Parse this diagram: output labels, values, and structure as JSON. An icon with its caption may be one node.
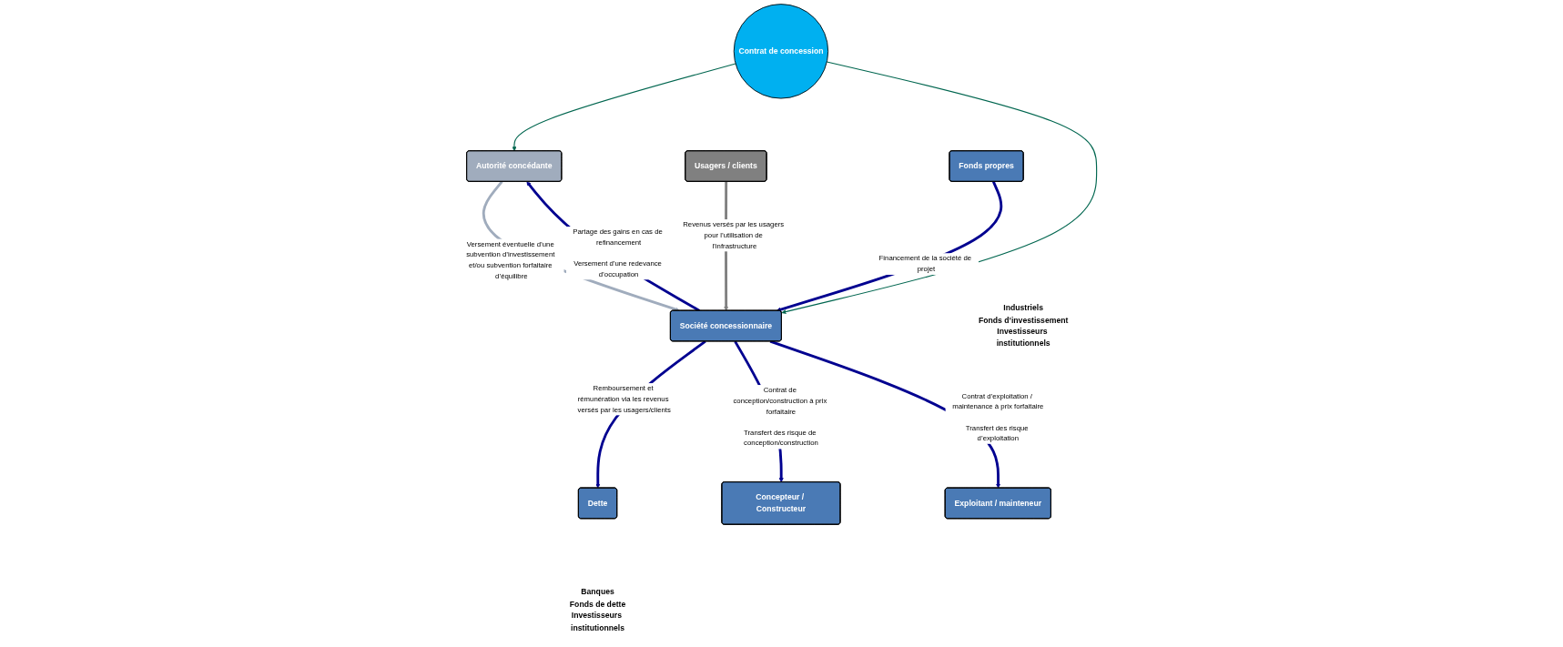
{
  "diagram": {
    "nodes": [
      {
        "text": [
          "Autorité concédante"
        ]
      },
      {
        "text": [
          "Contrat de concession"
        ]
      },
      {
        "text": [
          "Usagers / clients"
        ]
      },
      {
        "text": [
          "Société concessionnaire"
        ]
      },
      {
        "text": [
          "Fonds propres"
        ],
        "beside": [
          "Industriels",
          "Fonds d’investissement",
          "Investisseurs institutionnels"
        ]
      },
      {
        "text": [
          "Dette"
        ],
        "beside": [
          "Banques",
          "Fonds de dette",
          "Investisseurs institutionnels"
        ]
      },
      {
        "text": [
          "Concepteur / Constructeur"
        ]
      },
      {
        "text": [
          "Exploitant / mainteneur"
        ]
      }
    ],
    "edges": [
      {
        "from": 0,
        "to": 3,
        "arrow": "to",
        "color": "#a0acbd",
        "label": "Versement éventuelle d’une subvention d’investissement et/ou subvention forfaitaire d’équilibre"
      },
      {
        "from": 1,
        "to": 0,
        "arrow": "to",
        "color": "#00664f"
      },
      {
        "from": 1,
        "to": 3,
        "arrow": "to",
        "color": "#00664f"
      },
      {
        "from": 3,
        "to": 0,
        "arrow": "to",
        "label": [
          "Partage des gains en cas de refinancement",
          "Versement d’une redevance d’occupation"
        ]
      },
      {
        "from": 2,
        "to": 3,
        "arrow": "to",
        "color": "#808080",
        "label": "Revenus versés par les usagers pour l’utilisation de l’infrastructure"
      },
      {
        "from": 4,
        "to": 3,
        "arrow": "to",
        "label": "Financement de la société de projet"
      },
      {
        "from": 3,
        "to": 5,
        "arrow": "to",
        "label": "Remboursement et rémunération via les revenus versés par les usagers/clients"
      },
      {
        "from": 3,
        "to": 6,
        "arrow": "to",
        "label": [
          "Contrat de conception/construction à prix forfaitaire",
          "Transfert des risque de conception/construction"
        ]
      },
      {
        "from": 3,
        "to": 7,
        "arrow": "to",
        "label": [
          "Contrat d’exploitation / maintenance à prix forfaitaire",
          "Transfert des risque d’exploitation"
        ]
      }
    ]
  }
}
